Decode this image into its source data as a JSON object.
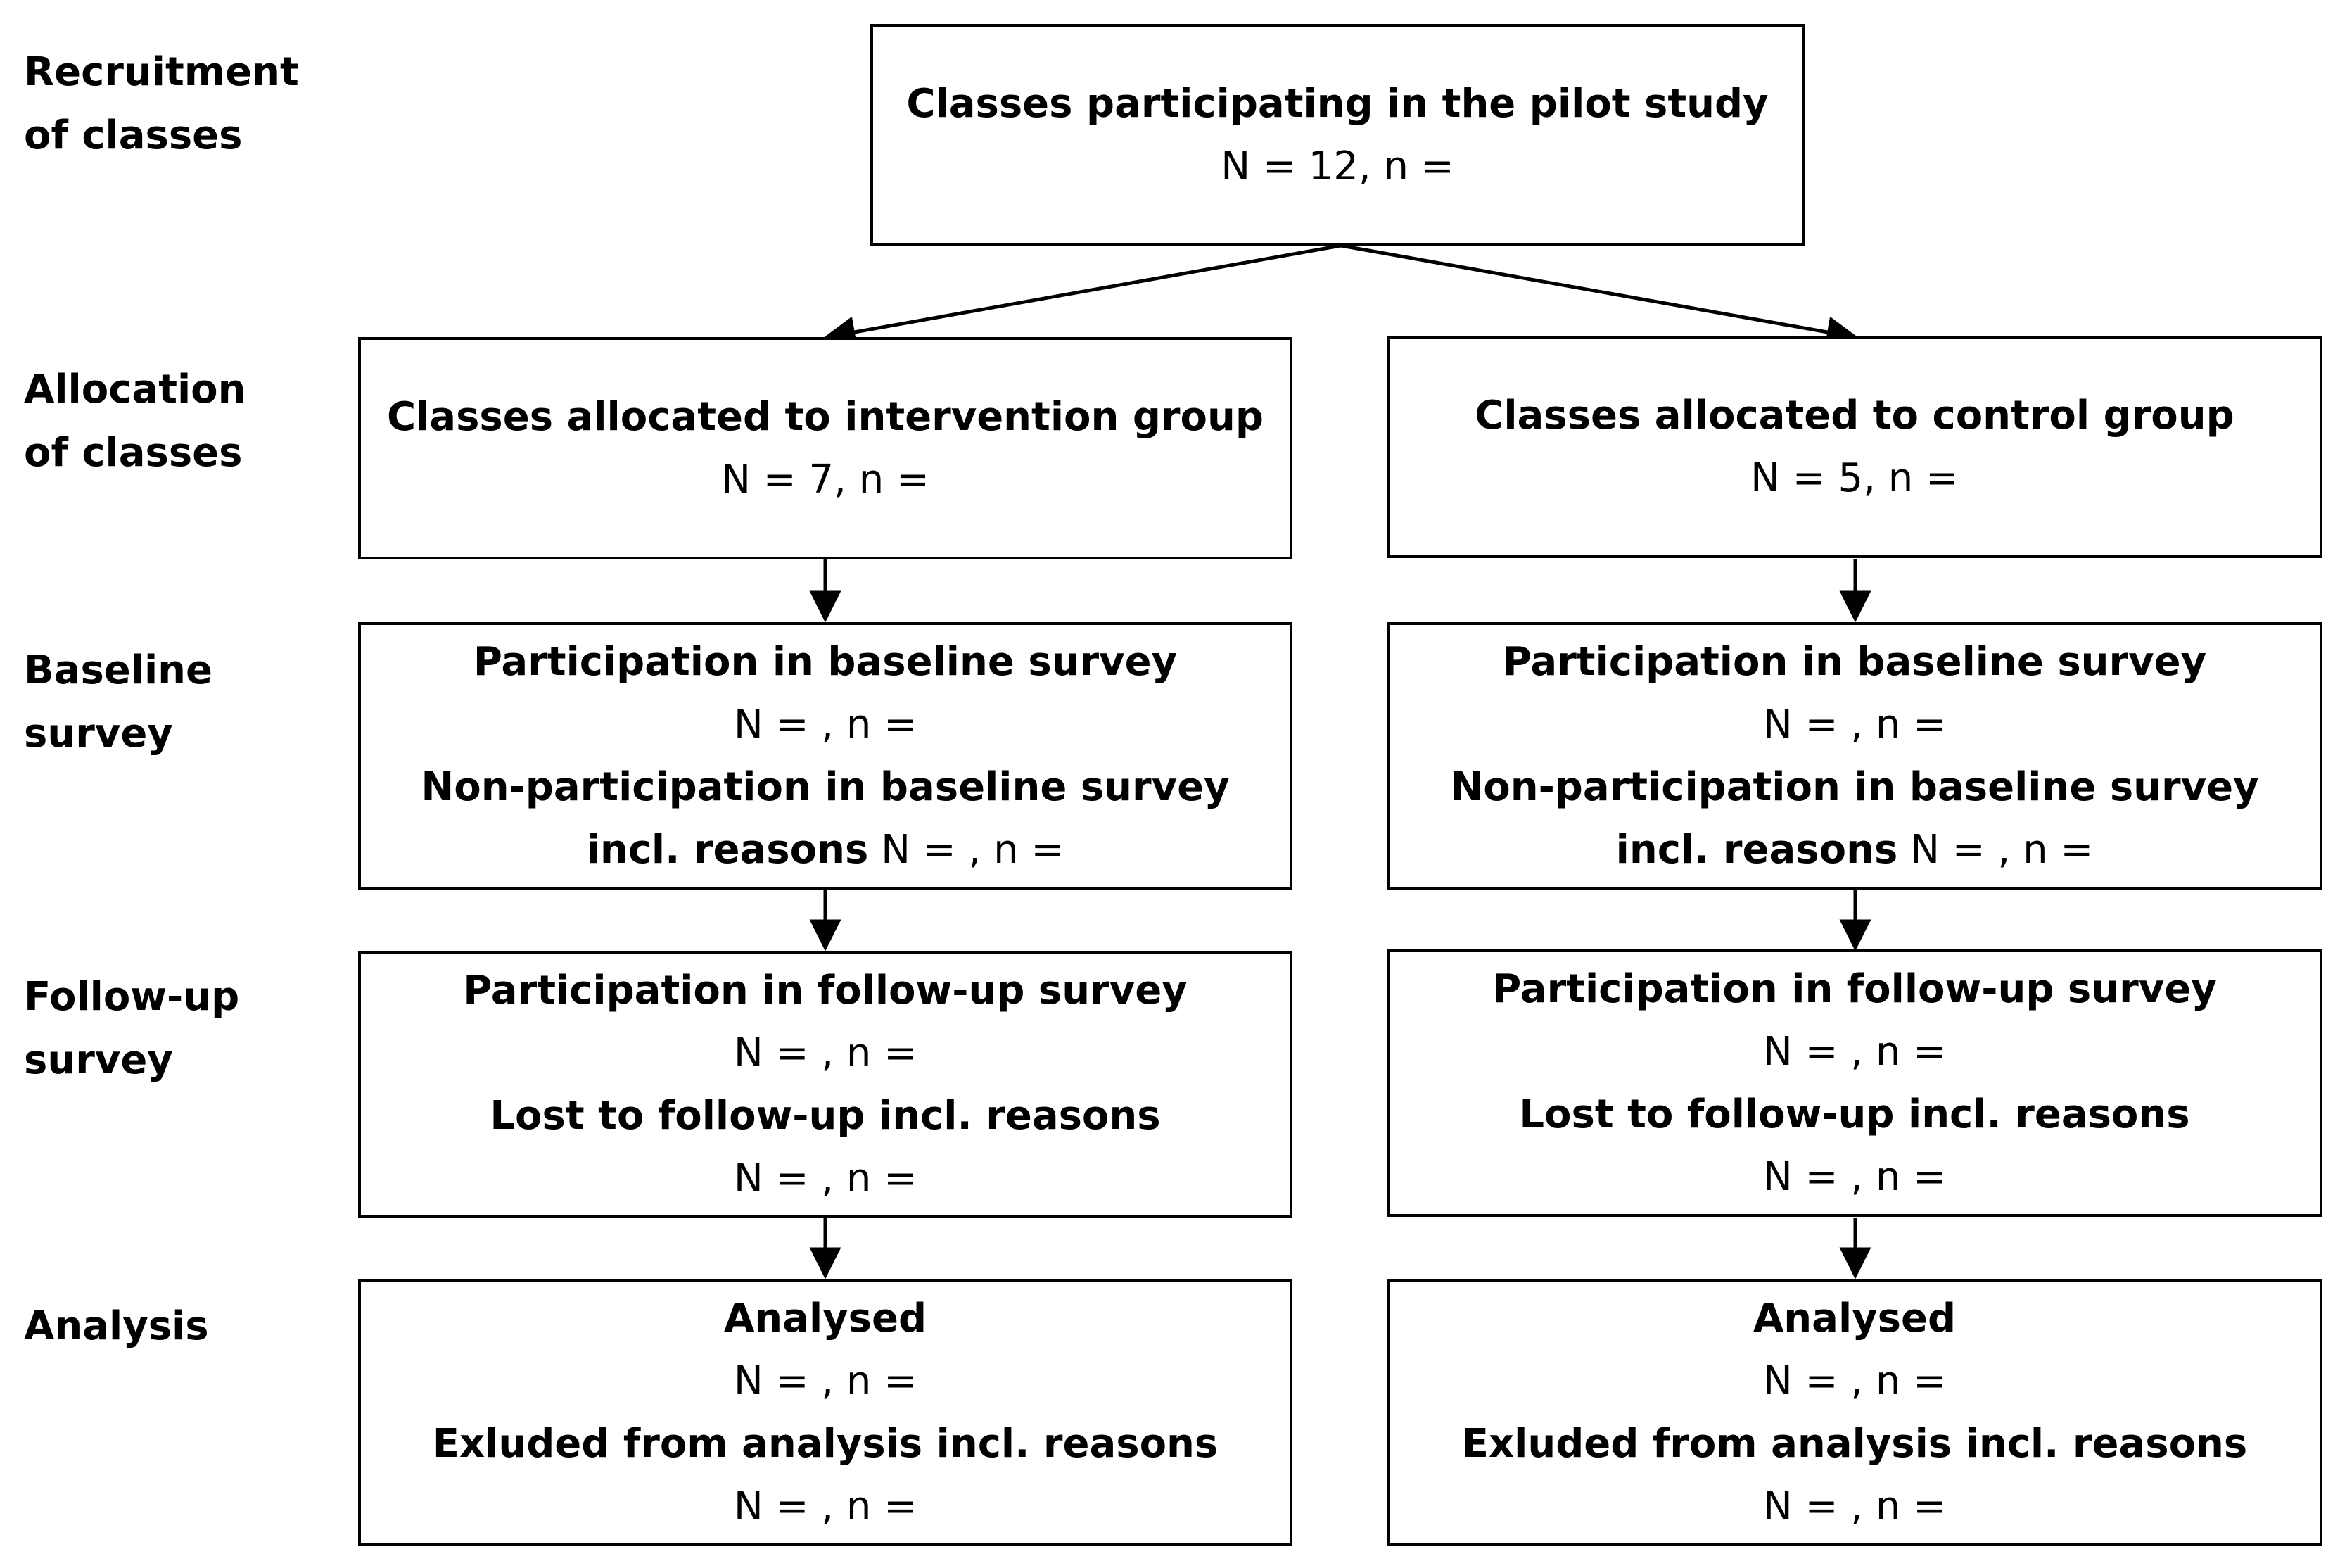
{
  "stages": {
    "recruitment": [
      "Recruitment",
      "of classes"
    ],
    "allocation": [
      "Allocation",
      "of classes"
    ],
    "baseline": [
      "Baseline",
      "survey"
    ],
    "followup": [
      "Follow-up",
      "survey"
    ],
    "analysis": [
      "Analysis"
    ]
  },
  "top": {
    "title": "Classes participating in the pilot study",
    "count": "N = 12, n ="
  },
  "intervention": {
    "allocation": {
      "title": "Classes allocated to intervention group",
      "count": "N = 7, n ="
    },
    "baseline": {
      "title": "Participation in baseline survey",
      "count": "N = , n =",
      "non_title": "Non-participation in baseline survey",
      "non_prefix": "incl. reasons",
      "non_count": " N = , n ="
    },
    "followup": {
      "title": "Participation in follow-up survey",
      "count": "N = , n =",
      "lost_title": "Lost to follow-up incl. reasons",
      "lost_count": "N = , n ="
    },
    "analysis": {
      "title": "Analysed",
      "count": "N = , n =",
      "excluded_title": "Exluded from analysis incl. reasons",
      "excluded_count": "N = , n ="
    }
  },
  "control": {
    "allocation": {
      "title": "Classes allocated to control group",
      "count": "N = 5, n ="
    },
    "baseline": {
      "title": "Participation in baseline survey",
      "count": "N = , n =",
      "non_title": "Non-participation in baseline survey",
      "non_prefix": "incl. reasons",
      "non_count": " N = , n ="
    },
    "followup": {
      "title": "Participation in follow-up survey",
      "count": "N = , n =",
      "lost_title": "Lost to follow-up incl. reasons",
      "lost_count": "N = , n ="
    },
    "analysis": {
      "title": "Analysed",
      "count": "N = , n =",
      "excluded_title": "Exluded from analysis incl. reasons",
      "excluded_count": "N = , n ="
    }
  }
}
